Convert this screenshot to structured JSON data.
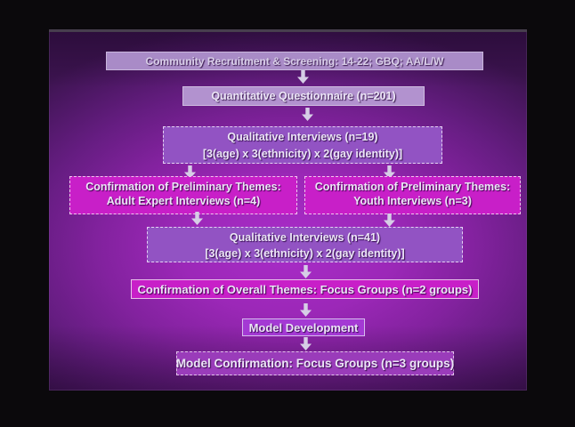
{
  "flowchart": {
    "nodes": [
      {
        "label": "Community Recruitment & Screening: 14-22; GBQ; AA/L/W"
      },
      {
        "label": "Quantitative Questionnaire (n=201)"
      },
      {
        "line1": "Qualitative Interviews (n=19)",
        "line2": "[3(age) x 3(ethnicity) x 2(gay identity)]"
      },
      {
        "label": "Confirmation of Preliminary Themes: Adult Expert Interviews (n=4)"
      },
      {
        "label": "Confirmation of Preliminary Themes: Youth Interviews (n=3)"
      },
      {
        "line1": "Qualitative Interviews (n=41)",
        "line2": "[3(age) x 3(ethnicity) x 2(gay identity)]"
      },
      {
        "label": "Confirmation of Overall Themes: Focus Groups (n=2 groups)"
      },
      {
        "label": "Model Development"
      },
      {
        "label": "Model Confirmation: Focus Groups (n=3 groups)"
      }
    ],
    "edges": [
      {
        "from": 0,
        "to": 1
      },
      {
        "from": 1,
        "to": 2
      },
      {
        "from": 2,
        "to": 3
      },
      {
        "from": 2,
        "to": 4
      },
      {
        "from": 3,
        "to": 5
      },
      {
        "from": 4,
        "to": 5
      },
      {
        "from": 5,
        "to": 6
      },
      {
        "from": 6,
        "to": 7
      },
      {
        "from": 7,
        "to": 8
      }
    ],
    "icons": {
      "down-arrow": "css-block-arrow"
    },
    "colors": {
      "slide_center": "#a92cc8",
      "slide_edge": "#3d1450",
      "surround": "#0b090c",
      "light_box_fill": "#a98bc7",
      "light_box_fill_2": "#b292cf",
      "purple_box_fill": "#9253c3",
      "magenta_box_fill": "#c81fc8",
      "dev_box_fill": "#a439d4",
      "conf_box_fill": "#9a3cba",
      "arrow": "#d6cee6",
      "text": "#ece6f6"
    }
  }
}
